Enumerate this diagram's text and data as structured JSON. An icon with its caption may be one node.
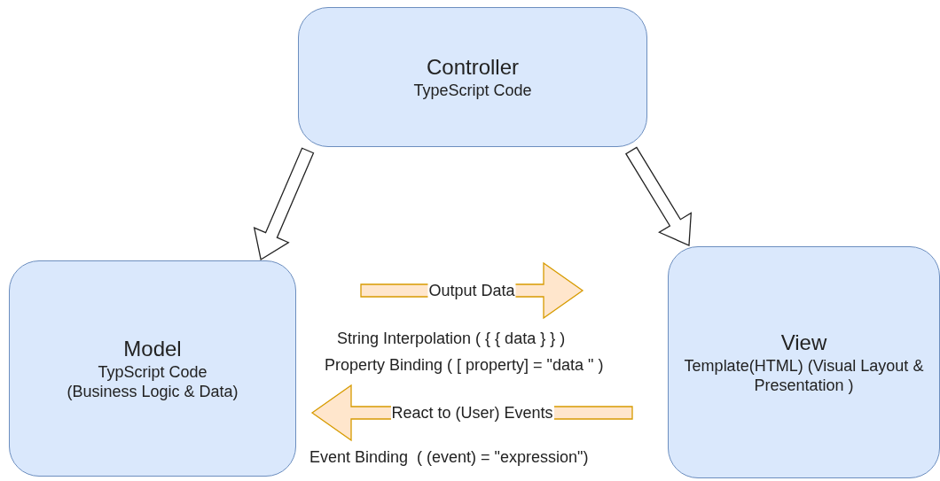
{
  "diagram": {
    "nodes": [
      {
        "text": [
          "Controller",
          "TypeScript Code"
        ]
      },
      {
        "text": [
          "Model",
          "TypScript Code (Business Logic & Data)"
        ]
      },
      {
        "text": [
          "View",
          "Template(HTML) (Visual Layout & Presentation )"
        ]
      }
    ],
    "edges": [
      {
        "from": 0,
        "to": 1,
        "arrow": "to"
      },
      {
        "from": 0,
        "to": 2,
        "arrow": "to"
      },
      {
        "from": 1,
        "to": 2,
        "arrow": "to",
        "label": "Output Data",
        "color": "#d79b00"
      },
      {
        "from": 2,
        "to": 1,
        "arrow": "to",
        "label": "React to (User) Events",
        "color": "#d79b00"
      }
    ],
    "labels": [
      "String Interpolation ( { { data } } )",
      "Property Binding ( [ property] = \"data \" )",
      "Event Binding  ( (event) = \"expression\")"
    ]
  }
}
